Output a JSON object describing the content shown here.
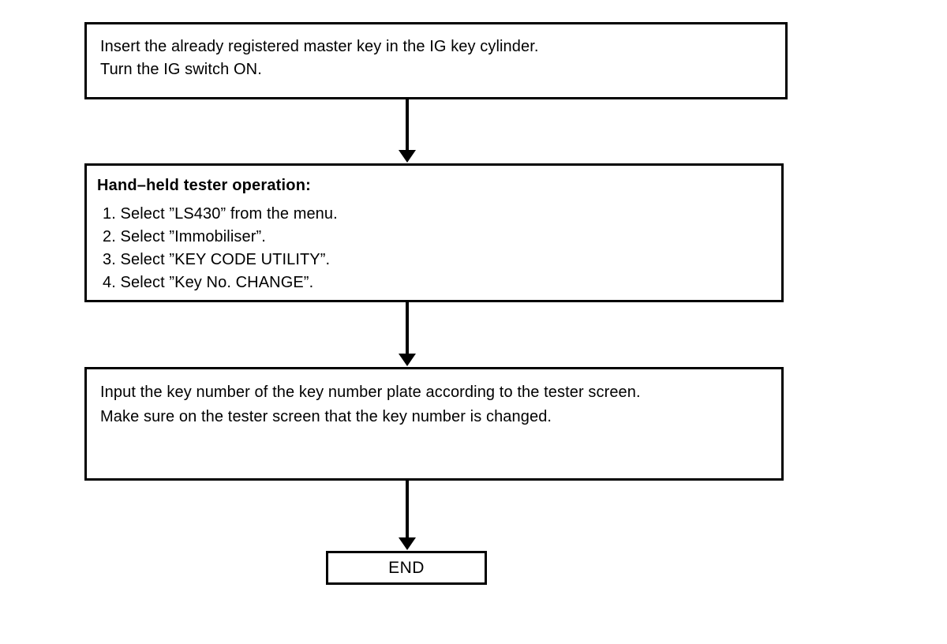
{
  "diagram": {
    "type": "flowchart",
    "orientation": "vertical",
    "colors": {
      "background": "#ffffff",
      "stroke": "#000000",
      "text": "#000000",
      "fill": "#ffffff"
    },
    "nodes": [
      {
        "id": "step-1",
        "shape": "rectangle",
        "text": "Insert the already registered master key in the IG key cylinder.\nTurn the IG switch ON."
      },
      {
        "id": "step-2",
        "shape": "rectangle",
        "heading": "Hand–held tester operation:",
        "items": [
          "1. Select ”LS430” from the menu.",
          "2. Select ”Immobiliser”.",
          "3. Select ”KEY CODE UTILITY”.",
          "4. Select ”Key No. CHANGE”."
        ]
      },
      {
        "id": "step-3",
        "shape": "rectangle",
        "text": "Input the key number of the key number plate according to the tester screen.\nMake sure on the tester screen that the key number is changed."
      },
      {
        "id": "end",
        "shape": "terminator",
        "text": "END"
      }
    ],
    "connectors": [
      {
        "id": "connector-1-2",
        "from": "step-1",
        "to": "step-2",
        "style": "arrow-down"
      },
      {
        "id": "connector-2-3",
        "from": "step-2",
        "to": "step-3",
        "style": "arrow-down"
      },
      {
        "id": "connector-3-end",
        "from": "step-3",
        "to": "end",
        "style": "arrow-down"
      }
    ]
  }
}
